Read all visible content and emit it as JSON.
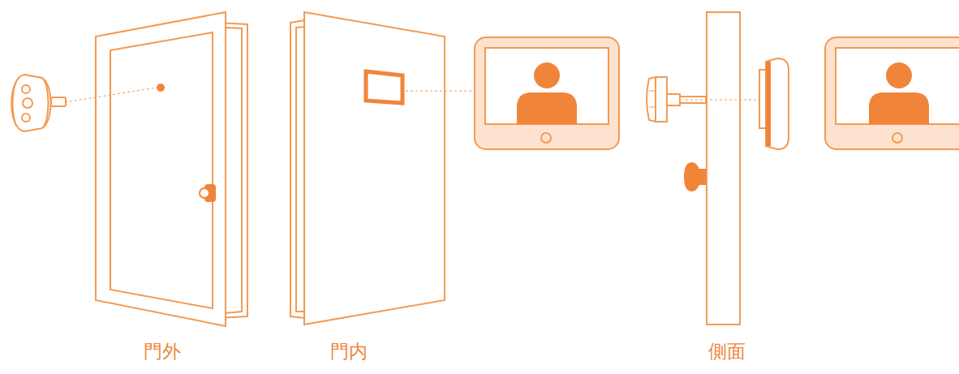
{
  "diagram": {
    "labels": [
      "門外",
      "門内",
      "側面"
    ]
  }
}
